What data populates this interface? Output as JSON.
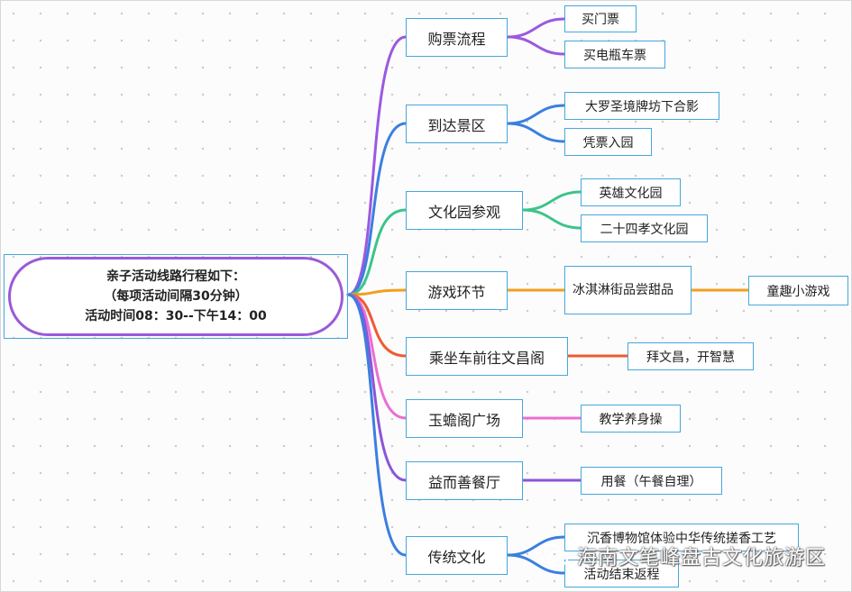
{
  "root": {
    "line1": "亲子活动线路行程如下：",
    "line2": "（每项活动间隔30分钟）",
    "line3": "活动时间08：30--下午14：00"
  },
  "branches": [
    {
      "label": "购票流程",
      "color": "#9b59e0",
      "children": [
        {
          "label": "买门票"
        },
        {
          "label": "买电瓶车票"
        }
      ]
    },
    {
      "label": "到达景区",
      "color": "#3b7fe0",
      "children": [
        {
          "label": "大罗圣境牌坊下合影"
        },
        {
          "label": "凭票入园"
        }
      ]
    },
    {
      "label": "文化园参观",
      "color": "#3cc489",
      "children": [
        {
          "label": "英雄文化园"
        },
        {
          "label": "二十四孝文化园"
        }
      ]
    },
    {
      "label": "游戏环节",
      "color": "#f0a020",
      "children": [
        {
          "label": "冰淇淋街品尝甜品",
          "child": "童趣小游戏"
        }
      ]
    },
    {
      "label": "乘坐车前往文昌阁",
      "color": "#ef5a33",
      "children": [
        {
          "label": "拜文昌，开智慧"
        }
      ]
    },
    {
      "label": "玉蟾阁广场",
      "color": "#ea6fd3",
      "children": [
        {
          "label": "教学养身操"
        }
      ]
    },
    {
      "label": "益而善餐厅",
      "color": "#8b55d9",
      "children": [
        {
          "label": "用餐（午餐自理）"
        }
      ]
    },
    {
      "label": "传统文化",
      "color": "#3b7fe0",
      "children": [
        {
          "label": "沉香博物馆体验中华传统搓香工艺"
        },
        {
          "label": "活动结束返程"
        }
      ]
    }
  ],
  "watermark": "海南文笔峰盘古文化旅游区"
}
